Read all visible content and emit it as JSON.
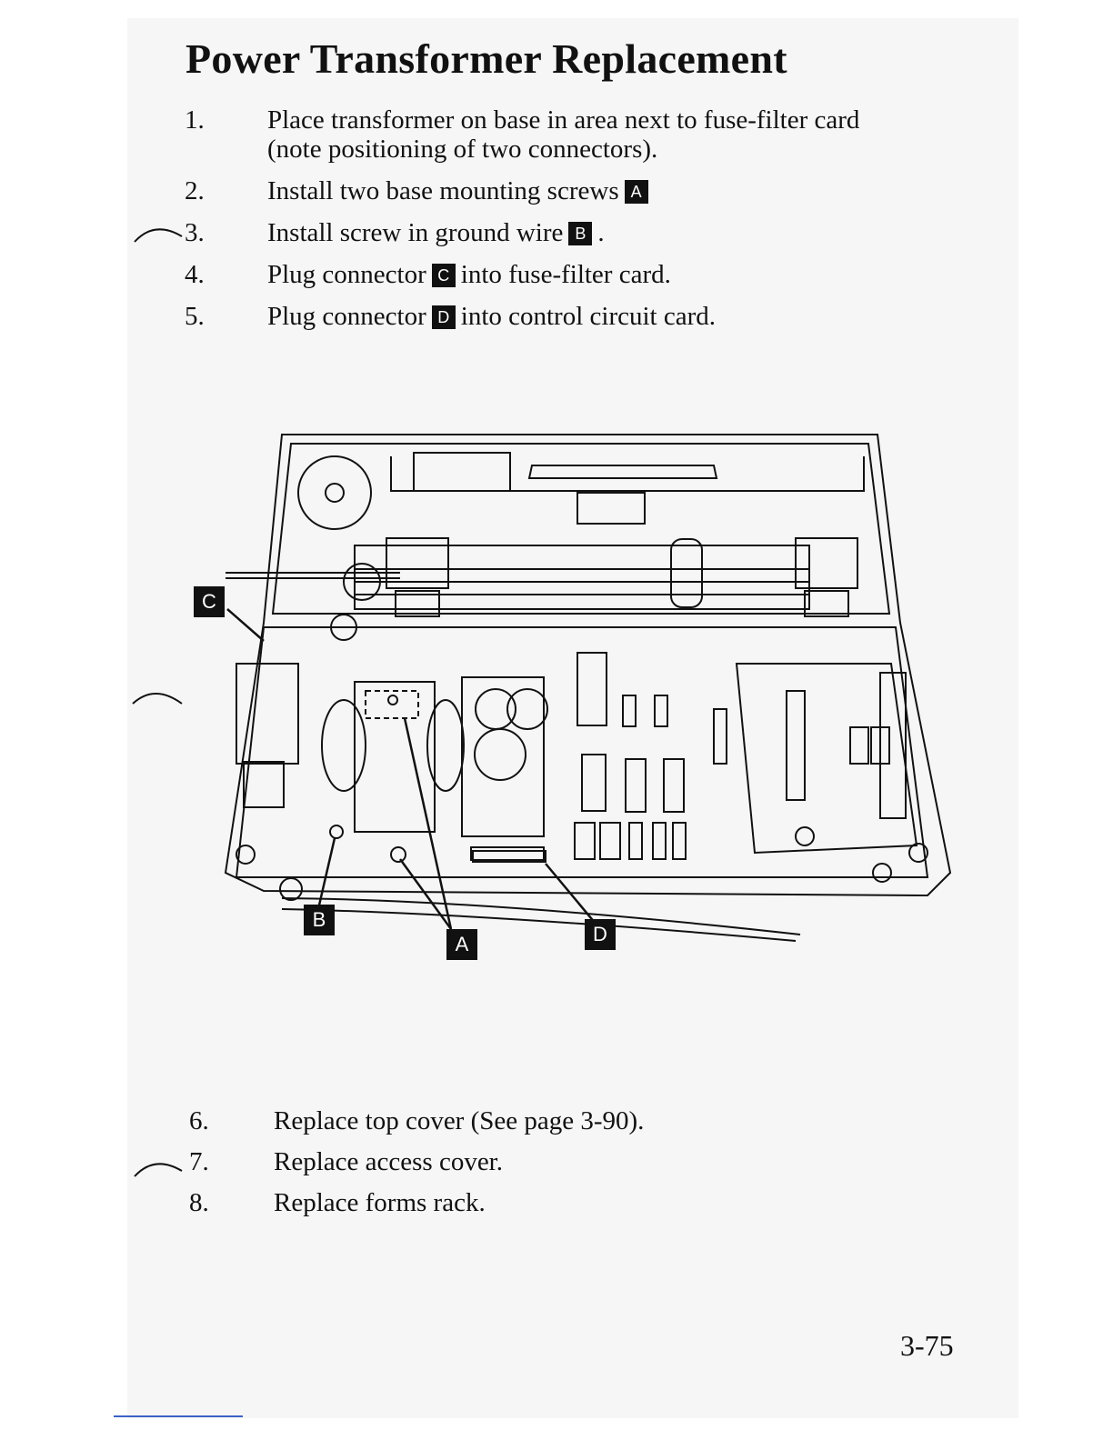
{
  "page": {
    "title": "Power Transformer Replacement",
    "page_number": "3-75"
  },
  "steps_top": [
    {
      "num": "1.",
      "text": "Place transformer on base in area next to fuse-filter card",
      "text2": "(note positioning of two connectors)."
    },
    {
      "num": "2.",
      "text": "Install two base mounting screws",
      "badge": "A"
    },
    {
      "num": "3.",
      "text": "Install screw in ground wire",
      "badge": "B",
      "after": "."
    },
    {
      "num": "4.",
      "text": "Plug connector",
      "badge": "C",
      "after": "into fuse-filter card."
    },
    {
      "num": "5.",
      "text": "Plug connector",
      "badge": "D",
      "after": "into control circuit card."
    }
  ],
  "steps_bottom": [
    {
      "num": "6.",
      "text": "Replace top cover (See page 3-90)."
    },
    {
      "num": "7.",
      "text": "Replace access cover."
    },
    {
      "num": "8.",
      "text": "Replace forms rack."
    }
  ],
  "figure": {
    "callouts": {
      "a": "A",
      "b": "B",
      "c": "C",
      "d": "D"
    }
  }
}
